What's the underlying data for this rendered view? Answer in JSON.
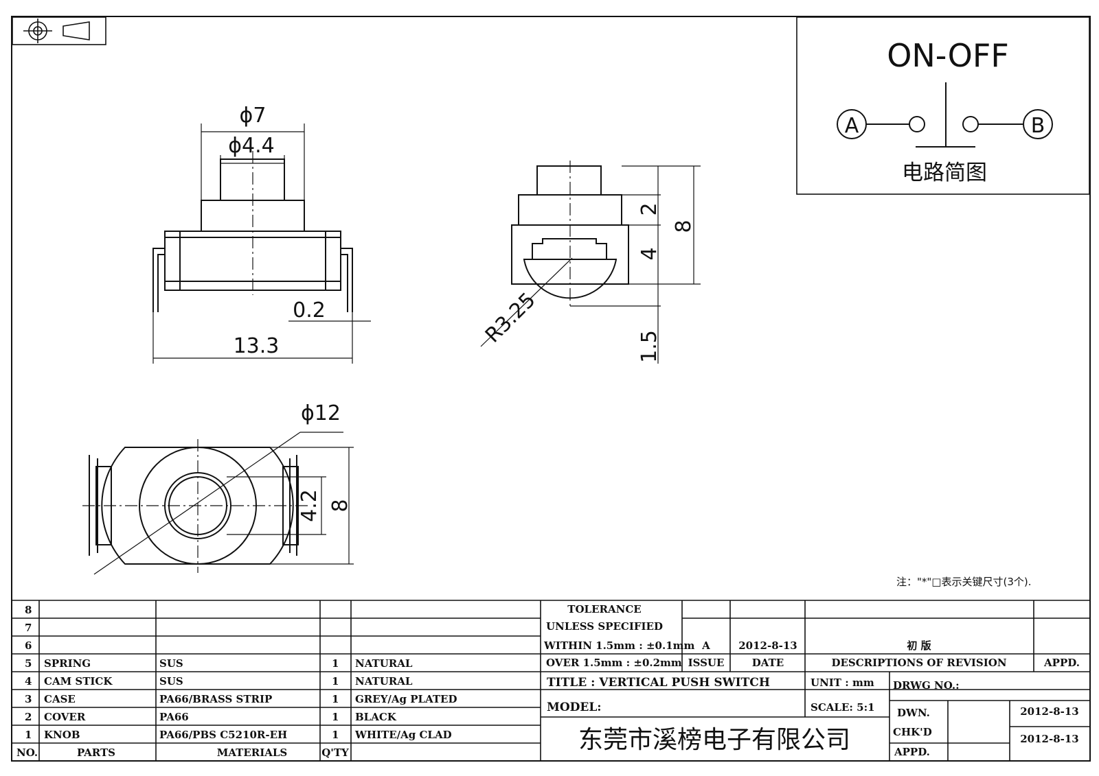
{
  "circuit": {
    "title": "ON-OFF",
    "terminal_a": "A",
    "terminal_b": "B",
    "caption": "电路简图"
  },
  "dims": {
    "top_od": "ϕ7",
    "top_id": "ϕ4.4",
    "lead_thk": "0.2",
    "width": "13.3",
    "h_2": "2",
    "h_4": "4",
    "h_8": "8",
    "h_15": "1.5",
    "radius": "R3.25",
    "bottom_od": "ϕ12",
    "bottom_42": "4.2",
    "bottom_8": "8"
  },
  "note": "注：\"*\"□表示关键尺寸(3个).",
  "bom": {
    "rows": [
      {
        "no": "8",
        "part": "",
        "material": "",
        "qty": "",
        "finish": ""
      },
      {
        "no": "7",
        "part": "",
        "material": "",
        "qty": "",
        "finish": ""
      },
      {
        "no": "6",
        "part": "",
        "material": "",
        "qty": "",
        "finish": ""
      },
      {
        "no": "5",
        "part": "SPRING",
        "material": "SUS",
        "qty": "1",
        "finish": "NATURAL"
      },
      {
        "no": "4",
        "part": "CAM STICK",
        "material": "SUS",
        "qty": "1",
        "finish": "NATURAL"
      },
      {
        "no": "3",
        "part": "CASE",
        "material": "PA66/BRASS STRIP",
        "qty": "1",
        "finish": "GREY/Ag PLATED"
      },
      {
        "no": "2",
        "part": "COVER",
        "material": "PA66",
        "qty": "1",
        "finish": "BLACK"
      },
      {
        "no": "1",
        "part": "KNOB",
        "material": "PA66/PBS C5210R-EH",
        "qty": "1",
        "finish": "WHITE/Ag CLAD"
      }
    ],
    "header": {
      "no": "NO.",
      "parts": "PARTS",
      "materials": "MATERIALS",
      "qty": "Q'TY"
    }
  },
  "tolerance": {
    "line1": "TOLERANCE",
    "line2": "UNLESS  SPECIFIED",
    "line3": "WITHIN 1.5mm : ±0.1mm",
    "line4": "OVER 1.5mm : ±0.2mm"
  },
  "revision": {
    "issue": "A",
    "date": "2012-8-13",
    "desc": "初 版",
    "h_issue": "ISSUE",
    "h_date": "DATE",
    "h_desc": "DESCRIPTIONS OF REVISION",
    "h_appd": "APPD."
  },
  "title_block": {
    "title": "TITLE :  VERTICAL PUSH SWITCH",
    "unit": "UNIT :  mm",
    "drwg": "DRWG NO.:",
    "model": "MODEL:",
    "scale": "SCALE:  5:1",
    "dwn": "DWN.",
    "dwn_date": "2012-8-13",
    "chkd": "CHK'D",
    "chkd_date": "2012-8-13",
    "appd": "APPD.",
    "company": "东莞市溪榜电子有限公司"
  }
}
